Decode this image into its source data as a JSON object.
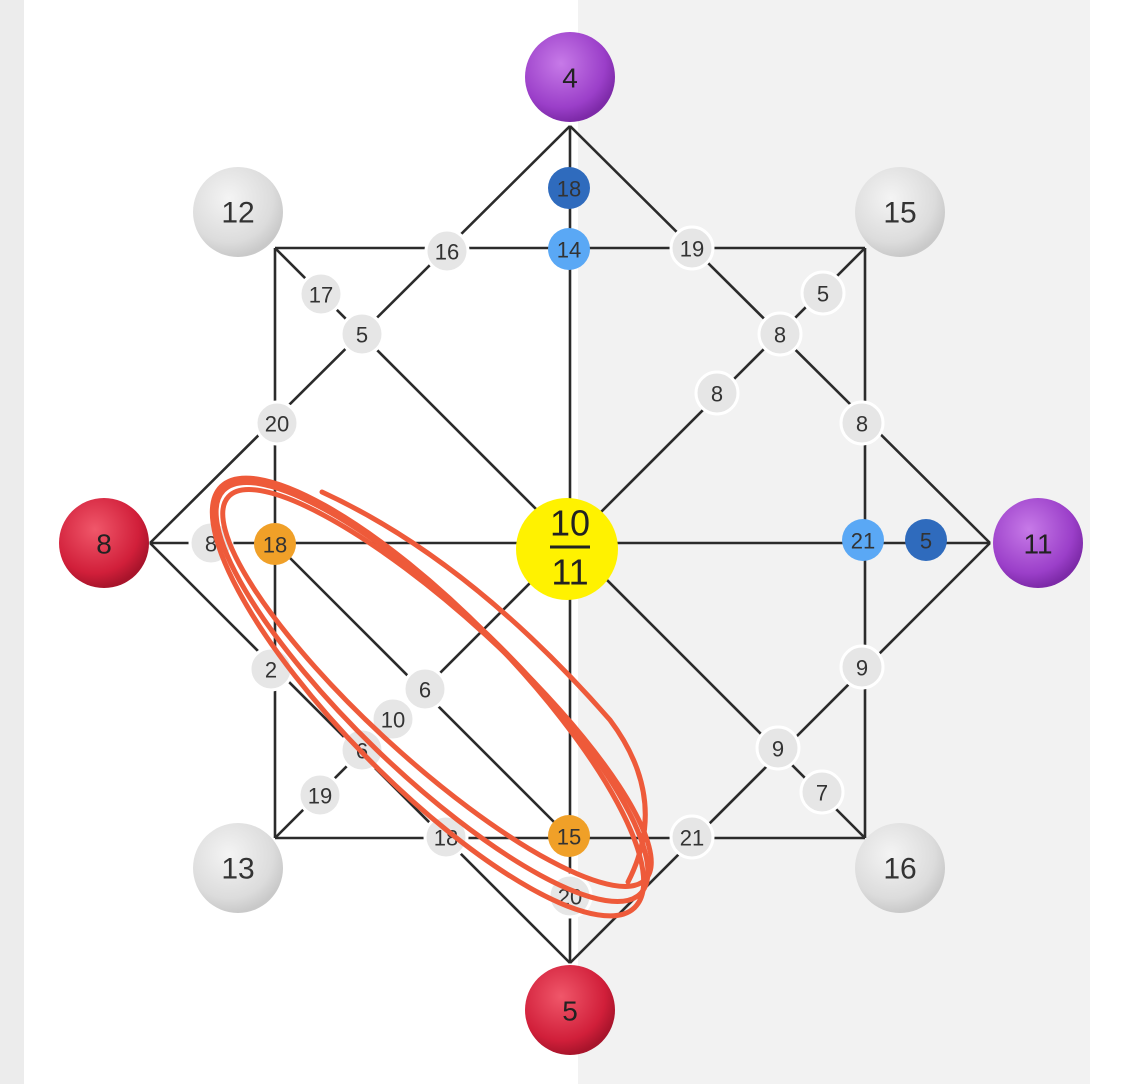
{
  "colors": {
    "line": "#2b2b2b",
    "small_node": "#e6e6e6",
    "small_node_stroke": "#ffffff",
    "corner_grey": "#dcdcdc",
    "purple": "#9b3fc9",
    "red": "#d11f3a",
    "yellow": "#fff200",
    "light_blue": "#5aa8f5",
    "dark_blue": "#2f6bbd",
    "orange": "#f0a028",
    "annotation": "#ee5a3a"
  },
  "center": {
    "numerator": "10",
    "denominator": "11"
  },
  "poles": [
    {
      "id": "top",
      "label": "4",
      "color": "purple"
    },
    {
      "id": "right",
      "label": "11",
      "color": "purple"
    },
    {
      "id": "bottom",
      "label": "5",
      "color": "red"
    },
    {
      "id": "left",
      "label": "8",
      "color": "red"
    }
  ],
  "corners": [
    {
      "id": "top-left",
      "label": "12"
    },
    {
      "id": "top-right",
      "label": "15"
    },
    {
      "id": "bottom-left",
      "label": "13"
    },
    {
      "id": "bottom-right",
      "label": "16"
    }
  ],
  "nodes": [
    {
      "id": "n1",
      "label": "18",
      "style": "dark_blue"
    },
    {
      "id": "n2",
      "label": "14",
      "style": "light_blue"
    },
    {
      "id": "n3",
      "label": "16",
      "style": "plain"
    },
    {
      "id": "n4",
      "label": "19",
      "style": "plain"
    },
    {
      "id": "n5",
      "label": "17",
      "style": "plain"
    },
    {
      "id": "n6",
      "label": "5",
      "style": "plain"
    },
    {
      "id": "n7",
      "label": "5",
      "style": "plain"
    },
    {
      "id": "n8",
      "label": "8",
      "style": "plain"
    },
    {
      "id": "n9",
      "label": "8",
      "style": "plain"
    },
    {
      "id": "n10",
      "label": "20",
      "style": "plain"
    },
    {
      "id": "n11",
      "label": "8",
      "style": "plain"
    },
    {
      "id": "n12",
      "label": "8",
      "style": "plain"
    },
    {
      "id": "n13",
      "label": "18",
      "style": "orange"
    },
    {
      "id": "n14",
      "label": "21",
      "style": "light_blue"
    },
    {
      "id": "n15",
      "label": "5",
      "style": "dark_blue"
    },
    {
      "id": "n16",
      "label": "2",
      "style": "plain"
    },
    {
      "id": "n17",
      "label": "6",
      "style": "plain"
    },
    {
      "id": "n18",
      "label": "10",
      "style": "plain"
    },
    {
      "id": "n19",
      "label": "6",
      "style": "plain"
    },
    {
      "id": "n20",
      "label": "19",
      "style": "plain"
    },
    {
      "id": "n21",
      "label": "18",
      "style": "plain"
    },
    {
      "id": "n22",
      "label": "15",
      "style": "orange"
    },
    {
      "id": "n23",
      "label": "20",
      "style": "plain"
    },
    {
      "id": "n24",
      "label": "21",
      "style": "plain"
    },
    {
      "id": "n25",
      "label": "9",
      "style": "plain"
    },
    {
      "id": "n26",
      "label": "9",
      "style": "plain"
    },
    {
      "id": "n27",
      "label": "7",
      "style": "plain"
    }
  ]
}
